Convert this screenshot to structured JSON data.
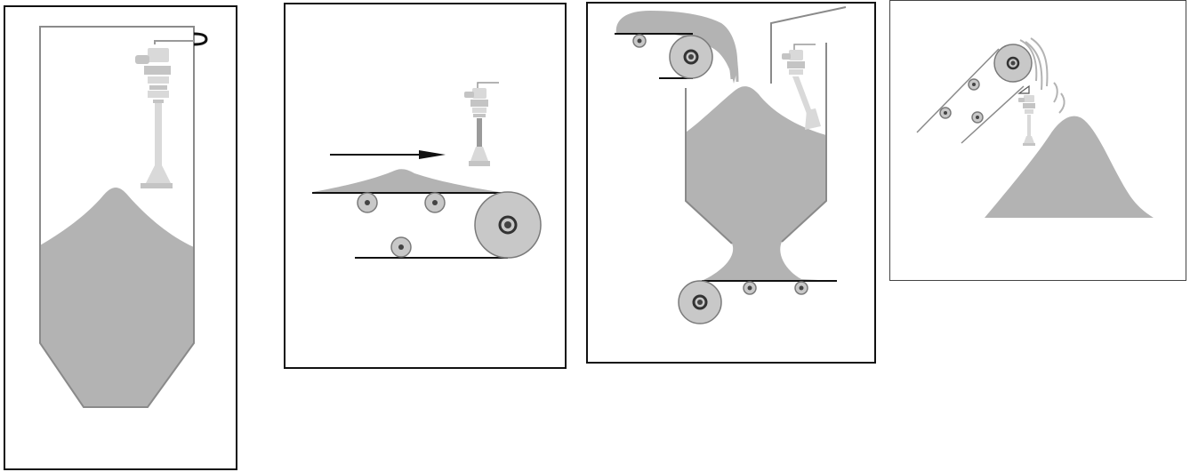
{
  "colors": {
    "material": "#b3b3b3",
    "frame": "#111111",
    "vessel_line": "#8a8a8a",
    "sensor_light": "#d9d9d9",
    "sensor_mid": "#c4c4c4",
    "roller_fill": "#c8c8c8",
    "roller_stroke": "#7a7a7a",
    "roller_hub": "#444444",
    "arrow": "#111111"
  },
  "panels": [
    {
      "id": "silo-level-measurement",
      "icons": [
        "silo-icon",
        "radar-sensor-icon",
        "bulk-material-icon"
      ]
    },
    {
      "id": "conveyor-belt-measurement",
      "icons": [
        "conveyor-belt-icon",
        "radar-sensor-icon",
        "flow-direction-arrow-icon"
      ]
    },
    {
      "id": "hopper-feeder-measurement",
      "icons": [
        "hopper-icon",
        "conveyor-belt-icon",
        "radar-sensor-icon"
      ]
    },
    {
      "id": "stockpile-measurement",
      "icons": [
        "inclined-conveyor-icon",
        "radar-sensor-icon",
        "stockpile-icon"
      ]
    }
  ]
}
